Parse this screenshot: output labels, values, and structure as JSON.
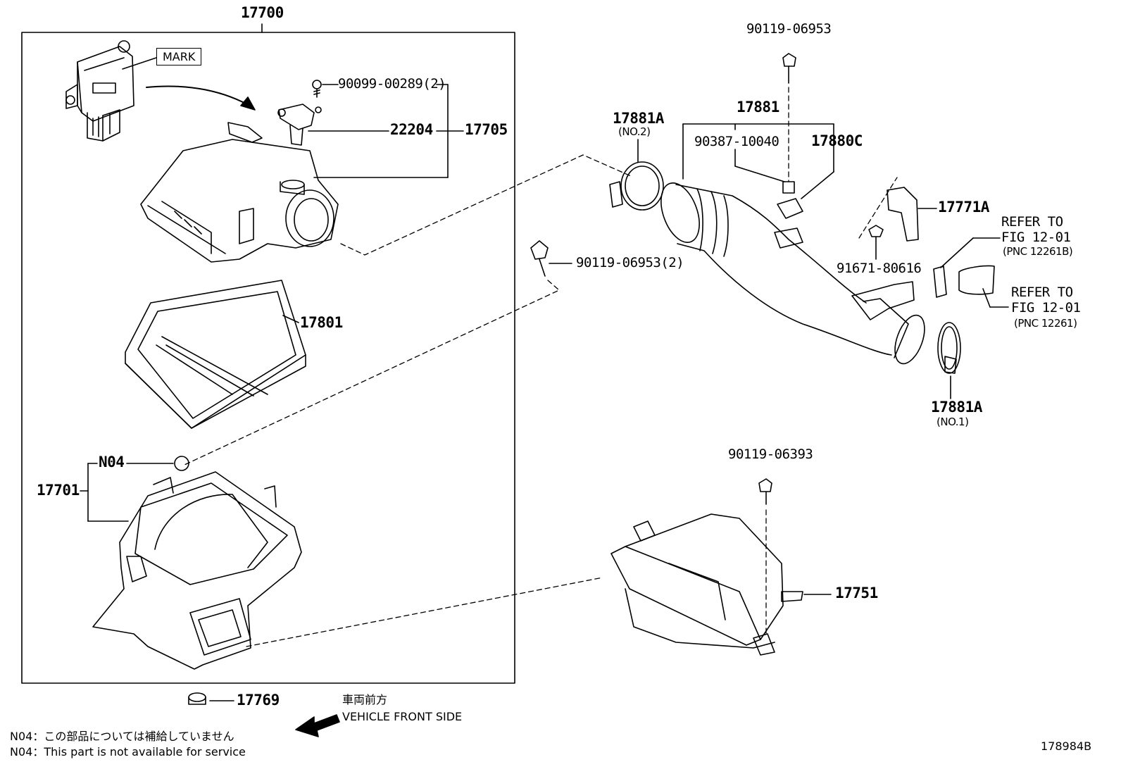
{
  "title_part": "17700",
  "mark_label": "MARK",
  "labels": {
    "p90099": "90099-00289(2)",
    "p22204": "22204",
    "p17705": "17705",
    "p17801": "17801",
    "n04": "N04",
    "p17701": "17701",
    "p17769": "17769",
    "p90119_top": "90119-06953",
    "p17881": "17881",
    "p17881A_top": "17881A",
    "p17881A_top_sub": "(NO.2)",
    "p90387": "90387-10040",
    "p17880C": "17880C",
    "p17771A": "17771A",
    "p91671": "91671-80616",
    "p90119_mid": "90119-06953(2)",
    "refer1_a": "REFER TO",
    "refer1_b": "FIG 12-01",
    "refer1_c": "(PNC 12261B)",
    "refer2_a": "REFER TO",
    "refer2_b": "FIG 12-01",
    "refer2_c": "(PNC 12261)",
    "p17881A_bot": "17881A",
    "p17881A_bot_sub": "(NO.1)",
    "p90119_bot": "90119-06393",
    "p17751": "17751"
  },
  "direction": {
    "jp": "車両前方",
    "en": "VEHICLE FRONT SIDE"
  },
  "footnotes": {
    "jp": "N04：この部品については補給していません",
    "en": "N04：This part is not available for service"
  },
  "figure_id": "178984B"
}
